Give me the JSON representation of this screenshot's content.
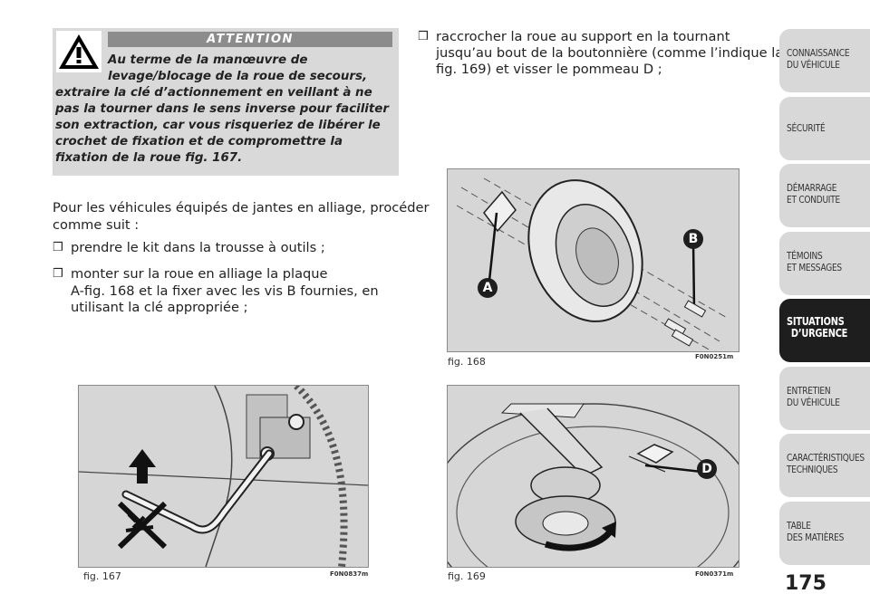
{
  "attention": {
    "header": "ATTENTION",
    "line1": "Au terme de la manœuvre de",
    "line2": "levage/blocage de la roue de secours,",
    "line3": "extraire la clé d’actionnement en veillant à ne",
    "line4": "pas la tourner dans le sens inverse pour faciliter",
    "line5": "son extraction, car vous risqueriez de libérer le",
    "line6": "crochet de fixation et de compromettre la",
    "line7": "fixation de la roue fig. 167."
  },
  "left_col": {
    "intro1": "Pour les véhicules équipés de jantes en alliage, procéder",
    "intro2": "comme suit :",
    "bullet_symbol": "❒",
    "item1": "prendre le kit dans la trousse à outils ;",
    "item2_l1": "monter sur la roue en alliage la plaque",
    "item2_l2": "A-fig. 168 et la fixer avec les vis B fournies, en",
    "item2_l3": "utilisant la clé appropriée ;"
  },
  "right_col": {
    "item_l1": "raccrocher la roue au support en la tournant",
    "item_l2": "jusqu’au bout de la boutonnière (comme l’indique la",
    "item_l3": "fig. 169) et visser le pommeau D ;"
  },
  "figures": {
    "fig167": {
      "caption": "fig. 167",
      "code": "F0N0837m"
    },
    "fig168": {
      "caption": "fig. 168",
      "code": "F0N0251m",
      "label_a": "A",
      "label_b": "B"
    },
    "fig169": {
      "caption": "fig. 169",
      "code": "F0N0371m",
      "label_d": "D"
    }
  },
  "tabs": [
    {
      "line1": "CONNAISSANCE",
      "line2": "DU VÉHICULE"
    },
    {
      "line1": "SÉCURITÉ",
      "line2": ""
    },
    {
      "line1": "DÉMARRAGE",
      "line2": "ET CONDUITE"
    },
    {
      "line1": "TÉMOINS",
      "line2": "ET MESSAGES"
    },
    {
      "line1": "SITUATIONS",
      "line2": "D’URGENCE"
    },
    {
      "line1": "ENTRETIEN",
      "line2": "DU VÉHICULE"
    },
    {
      "line1": "CARACTÉRISTIQUES",
      "line2": "TECHNIQUES"
    },
    {
      "line1": "TABLE",
      "line2": "DES MATIÈRES"
    }
  ],
  "page_number": "175",
  "colors": {
    "attention_bg": "#d9d9d9",
    "active_tab": "#1e1e1e",
    "label_circle": "#1e1e1e"
  }
}
